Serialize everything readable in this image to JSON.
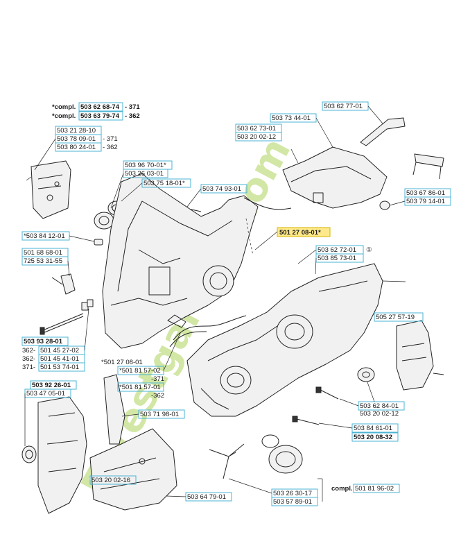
{
  "labels": {
    "compl_top_1": "*compl.",
    "pn_top_1": "503 62 68-74",
    "suffix_top_1": "- 371",
    "compl_top_2": "*compl.",
    "pn_top_2": "503 63 79-74",
    "suffix_top_2": "- 362",
    "l_50321281": "503 21 28-10",
    "l_50378091": "503 78 09-01",
    "suffix_371_a": "- 371",
    "l_50380241": "503 80 24-01",
    "suffix_362_a": "- 362",
    "l_50396701": "503 96 70-01*",
    "l_50326031": "503 26 03-01",
    "l_50375181": "503 75 18-01*",
    "l_50374931": "503 74 93-01",
    "l_50384121": "*503 84 12-01",
    "l_50127081_main": "501 27 08-01*",
    "l_50168868": "501 68 68-01",
    "l_72553131": "725 53 31-55",
    "l_50362721": "503 62 72-01",
    "circle_one": "①",
    "l_50385731": "503 85 73-01",
    "l_50362771": "503 62 77-01",
    "l_50373441": "503 73 44-01",
    "l_50362731": "503 62 73-01",
    "l_50320021_top": "503 20 02-12",
    "l_50367861": "503 67 86-01",
    "l_50379141": "503 79 14-01",
    "l_50393281": "503 93 28-01",
    "pre_362_b": "362-",
    "l_50145271": "501 45 27-02",
    "pre_362_c": "362-",
    "l_50145411": "501 45 41-01",
    "pre_371_b": "371-",
    "l_50153741": "501 53 74-01",
    "l_50127081_b": "*501 27 08-01",
    "l_50181571_a": "*501 81 57-02",
    "suffix_371_c": "-371",
    "l_50181571_b": "*501 81 57-01",
    "suffix_362_d": "-362",
    "l_50527571": "505 27 57-19",
    "l_50392261": "503 92 26-01",
    "l_50347051": "503 47 05-01",
    "l_50371981": "503 71 98-01",
    "l_50362841": "503 62 84-01",
    "l_50320021_right": "503 20 02-12",
    "l_50384611": "503 84 61-01",
    "l_50320083": "503 20 08-32",
    "l_50320021_bottom": "503 20 02-16",
    "l_50364791": "503 64 79-01",
    "l_50326301": "503 26 30-17",
    "l_50357891": "503 57 89-01",
    "compl_bottom": "compl.",
    "l_50181961": "501 81 96-02"
  },
  "watermark": "Forestgarden.com",
  "colors": {
    "label_box": "#4ab3d4",
    "highlight": "#ffe98a",
    "watermark": "#9ccc3a",
    "ink": "#222222"
  },
  "icons": [
    "screw-icon",
    "bearing-icon",
    "plug-icon",
    "gasket-icon"
  ]
}
